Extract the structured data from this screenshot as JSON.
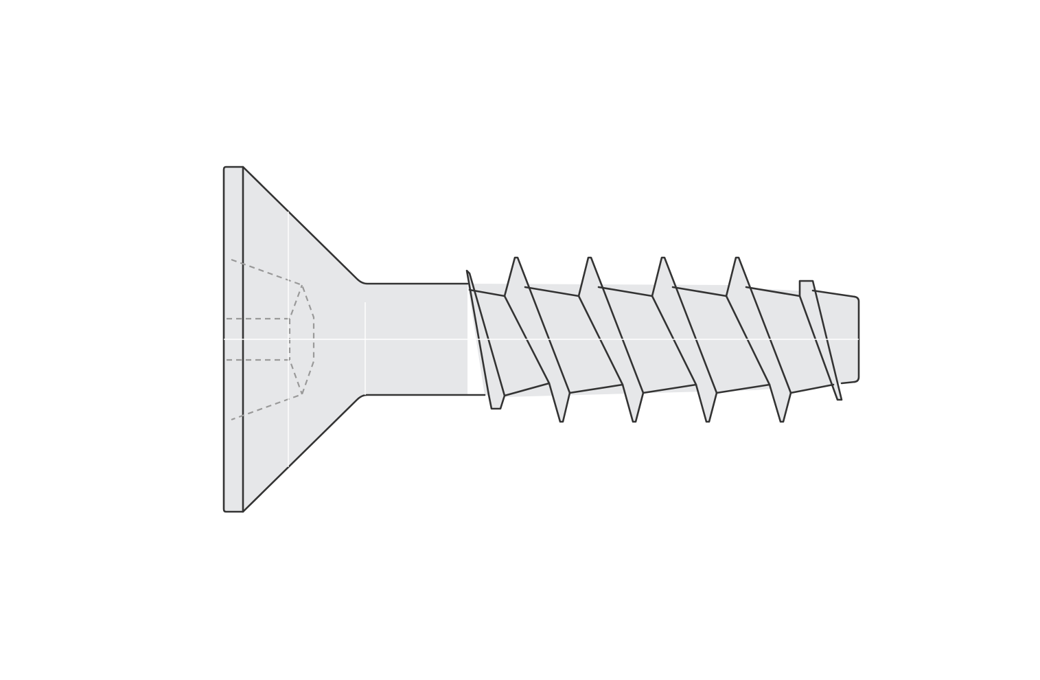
{
  "drawing": {
    "subject": "countersunk-screw",
    "view": "side-elevation",
    "features": [
      "countersunk-head",
      "recessed-drive-hidden-lines",
      "smooth-shank",
      "threaded-shaft",
      "blunt-tip",
      "center-line"
    ]
  },
  "colors": {
    "background": "#ffffff",
    "fill": "#e6e7e9",
    "outline": "#333333",
    "hidden_line": "#999999",
    "center_line": "#ffffff"
  }
}
